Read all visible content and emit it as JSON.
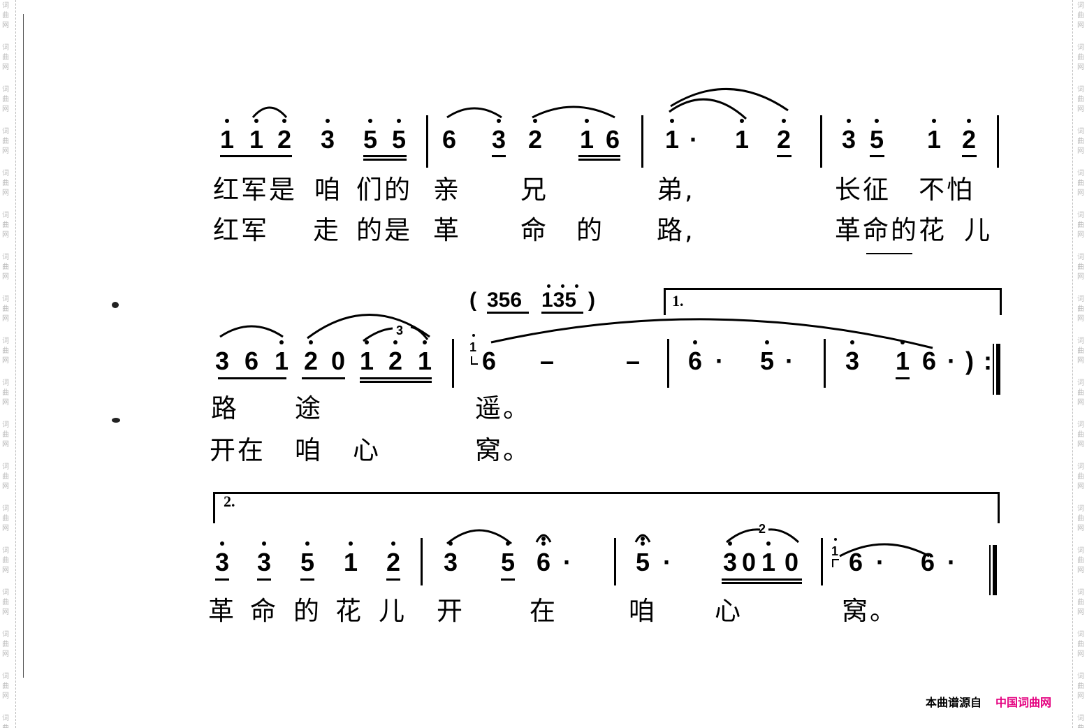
{
  "watermark": "词曲网",
  "score": {
    "row1": {
      "notes": [
        "1",
        "1",
        "2",
        "3",
        "5",
        "5",
        "6",
        "3",
        "2",
        "1",
        "6",
        "1",
        "·",
        "1",
        "2",
        "3",
        "5",
        "1",
        "2"
      ],
      "lyrics_1": [
        "红军是",
        "咱",
        "们的",
        "亲",
        "兄",
        "弟,",
        "长征",
        "不怕"
      ],
      "lyrics_2": [
        "红军",
        "走",
        "的是",
        "革",
        "命",
        "的",
        "路,",
        "革命的花",
        "儿"
      ]
    },
    "row2": {
      "intro": [
        "(",
        "356",
        "135",
        ")"
      ],
      "volta": "1.",
      "grace": "1",
      "tuplet": "3",
      "notes": [
        "3",
        "6",
        "1",
        "2",
        "0",
        "1",
        "2",
        "1",
        "6",
        "–",
        "–",
        "6",
        "·",
        "5",
        "·",
        "3",
        "1",
        "6",
        "·",
        ")",
        ":"
      ],
      "lyrics_1": [
        "路",
        "途",
        "遥。"
      ],
      "lyrics_2": [
        "开在",
        "咱",
        "心",
        "窝。"
      ]
    },
    "row3": {
      "volta": "2.",
      "grace": "1",
      "tuplet": "2",
      "notes": [
        "3",
        "3",
        "5",
        "1",
        "2",
        "3",
        "5",
        "6",
        "·",
        "5",
        "·",
        "3",
        "0",
        "1",
        "0",
        "6",
        "·",
        "6",
        "·"
      ],
      "lyrics": [
        "革",
        "命",
        "的",
        "花",
        "儿",
        "开",
        "在",
        "咱",
        "心",
        "窝。"
      ]
    }
  },
  "footer": {
    "source_label": "本曲谱源自",
    "site_name": "中国词曲网",
    "site_color": "#e4007f"
  }
}
